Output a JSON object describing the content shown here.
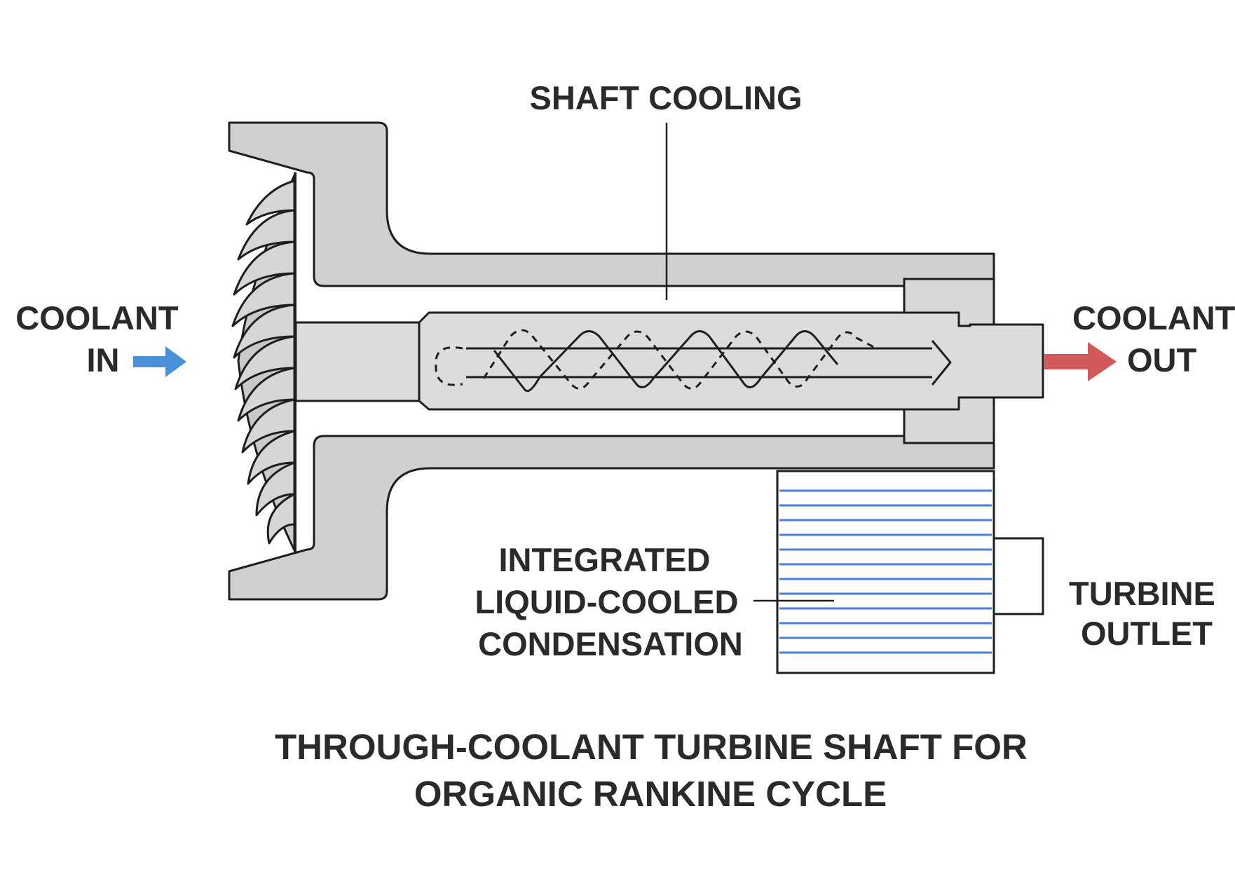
{
  "labels": {
    "shaft_cooling": "SHAFT COOLING",
    "coolant_in": [
      "COOLANT",
      "IN"
    ],
    "coolant_out": [
      "COOLANT",
      "OUT"
    ],
    "condensation": [
      "INTEGRATED",
      "LIQUID-COOLED",
      "CONDENSATION"
    ],
    "turbine_outlet": [
      "TURBINE",
      "OUTLET"
    ]
  },
  "title": [
    "THROUGH-COOLANT TURBINE SHAFT FOR",
    "ORGANIC RANKINE CYCLE"
  ],
  "colors": {
    "housing_fill": "#d0d0d2",
    "shaft_fill": "#dcdcde",
    "outline": "#1e1e1e",
    "coolant_in_arrow": "#4a90d9",
    "coolant_out_arrow": "#d05a5a",
    "condenser_lines": "#4a7fd6"
  }
}
